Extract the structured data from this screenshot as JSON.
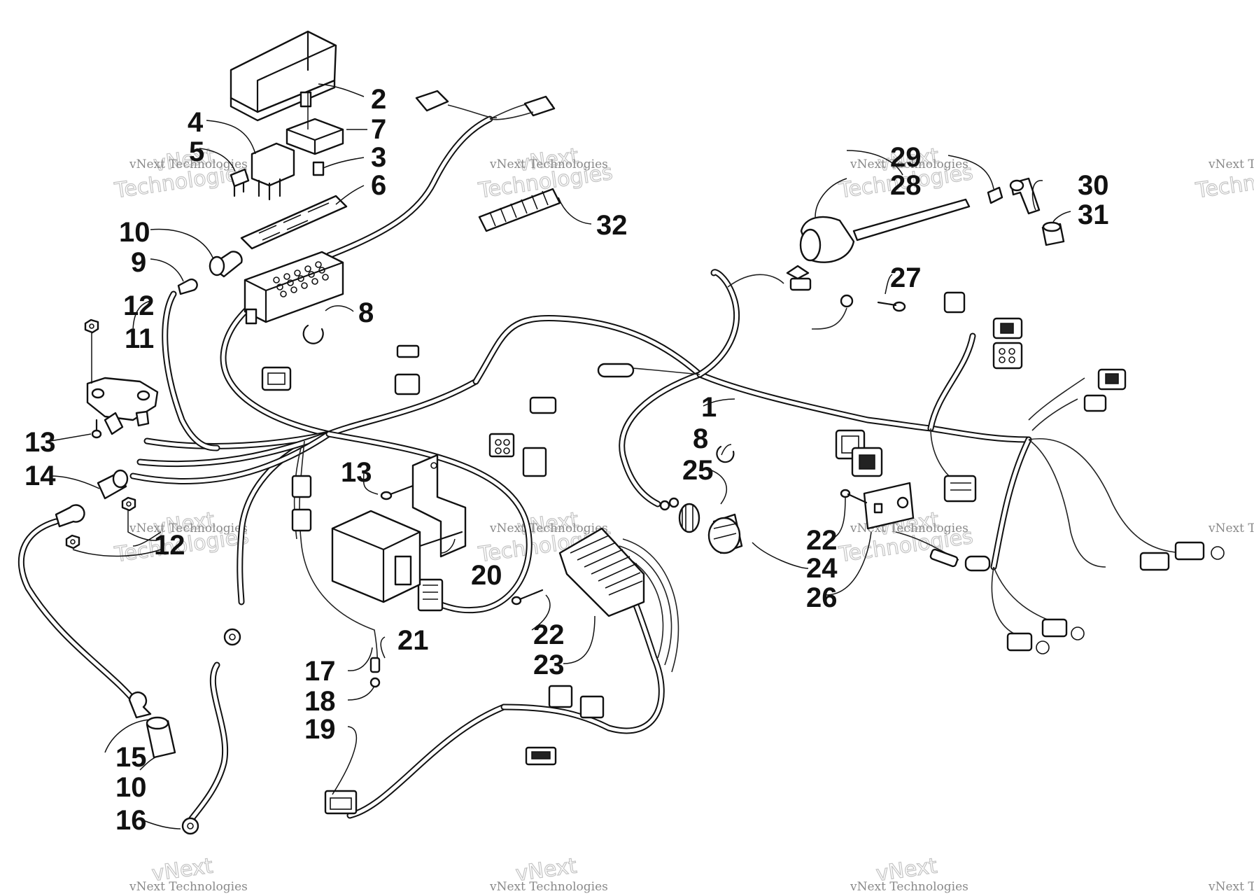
{
  "watermark": {
    "line1": "vNext Technologies",
    "line2": "Technologies",
    "line3": "vNext"
  },
  "callouts": {
    "c1": "1",
    "c2": "2",
    "c3": "3",
    "c4": "4",
    "c5": "5",
    "c6": "6",
    "c7": "7",
    "c8a": "8",
    "c8b": "8",
    "c9": "9",
    "c10a": "10",
    "c10b": "10",
    "c11": "11",
    "c12a": "12",
    "c12b": "12",
    "c13a": "13",
    "c13b": "13",
    "c14": "14",
    "c15": "15",
    "c16": "16",
    "c17": "17",
    "c18": "18",
    "c19": "19",
    "c20": "20",
    "c21": "21",
    "c22a": "22",
    "c22b": "22",
    "c23": "23",
    "c24": "24",
    "c25": "25",
    "c26": "26",
    "c27": "27",
    "c28": "28",
    "c29": "29",
    "c30": "30",
    "c31": "31",
    "c32": "32"
  }
}
